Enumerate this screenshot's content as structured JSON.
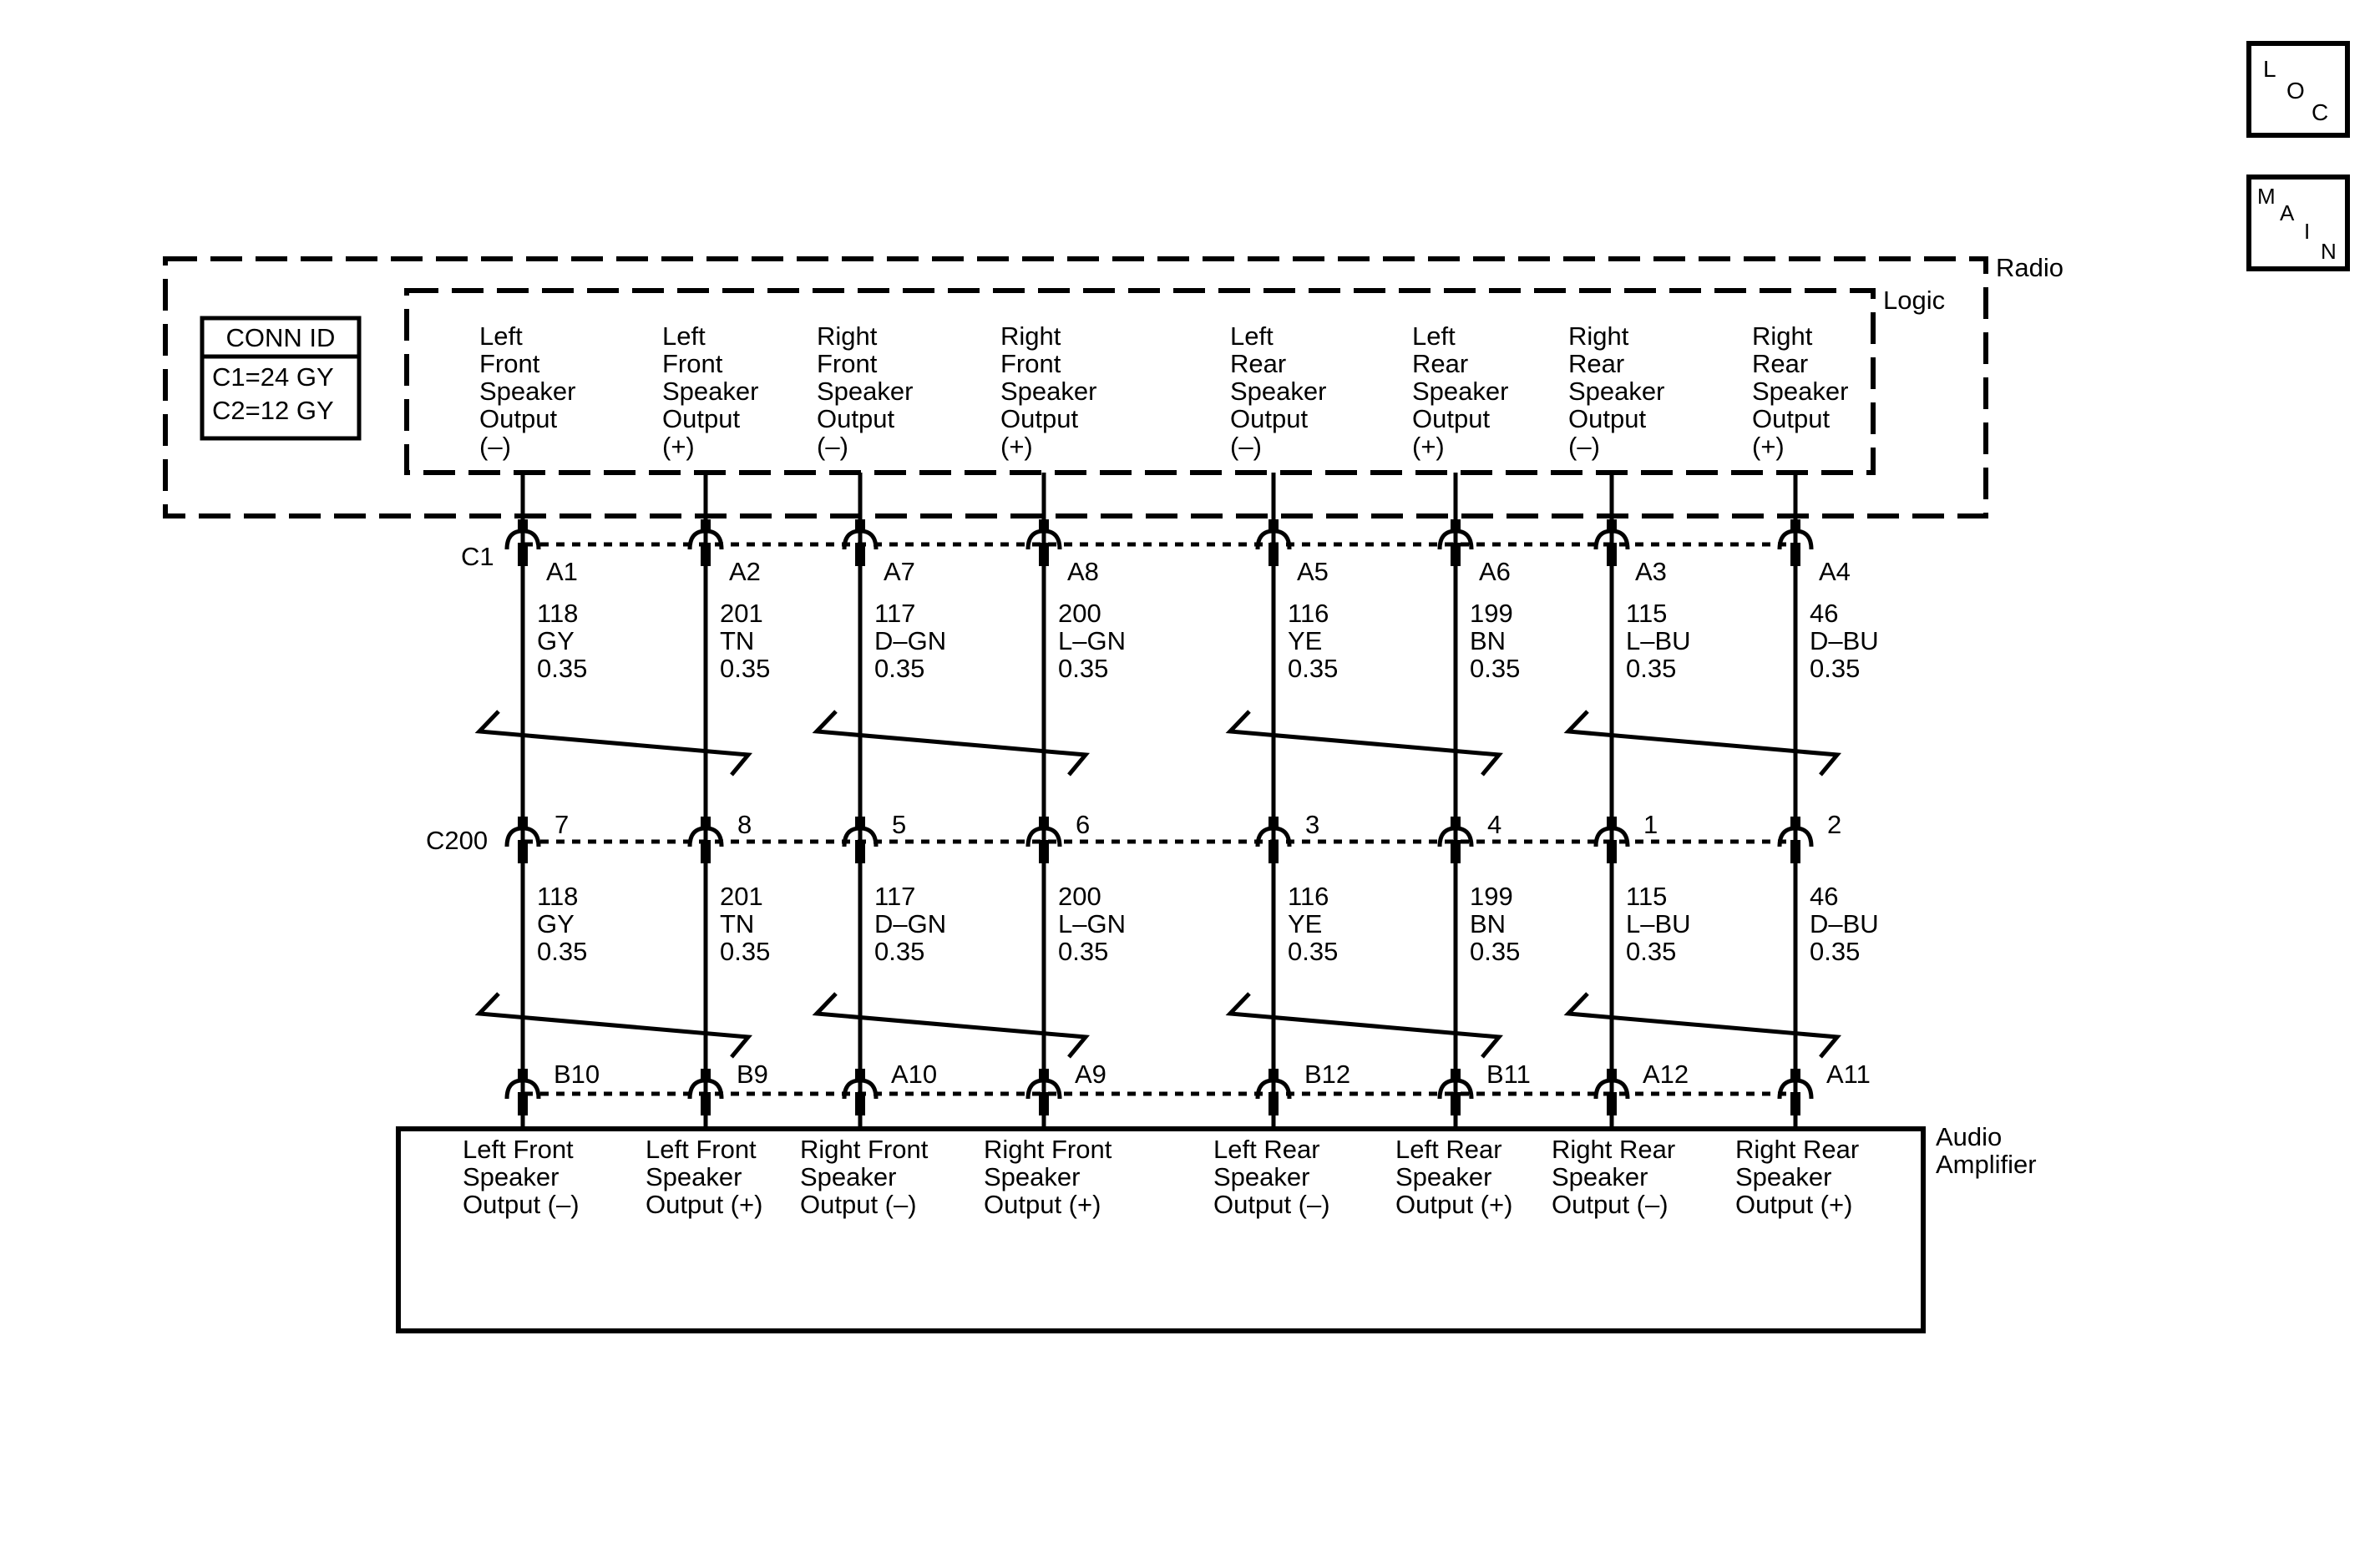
{
  "icons": {
    "loc": {
      "letters": [
        "L",
        "O",
        "C"
      ]
    },
    "main": {
      "letters": [
        "M",
        "A",
        "I",
        "N"
      ]
    }
  },
  "radio": {
    "label": "Radio",
    "logic_label": "Logic",
    "conn_id": {
      "title": "CONN ID",
      "lines": [
        "C1=24 GY",
        "C2=12 GY"
      ]
    },
    "outputs": [
      [
        "Left",
        "Front",
        "Speaker",
        "Output",
        "(–)"
      ],
      [
        "Left",
        "Front",
        "Speaker",
        "Output",
        "(+)"
      ],
      [
        "Right",
        "Front",
        "Speaker",
        "Output",
        "(–)"
      ],
      [
        "Right",
        "Front",
        "Speaker",
        "Output",
        "(+)"
      ],
      [
        "Left",
        "Rear",
        "Speaker",
        "Output",
        "(–)"
      ],
      [
        "Left",
        "Rear",
        "Speaker",
        "Output",
        "(+)"
      ],
      [
        "Right",
        "Rear",
        "Speaker",
        "Output",
        "(–)"
      ],
      [
        "Right",
        "Rear",
        "Speaker",
        "Output",
        "(+)"
      ]
    ]
  },
  "connectors": {
    "c1": {
      "name": "C1",
      "pins": [
        "A1",
        "A2",
        "A7",
        "A8",
        "A5",
        "A6",
        "A3",
        "A4"
      ]
    },
    "c200": {
      "name": "C200",
      "pins": [
        "7",
        "8",
        "5",
        "6",
        "3",
        "4",
        "1",
        "2"
      ]
    },
    "amp": {
      "pins": [
        "B10",
        "B9",
        "A10",
        "A9",
        "B12",
        "B11",
        "A12",
        "A11"
      ]
    }
  },
  "wires": [
    {
      "circuit": "118",
      "color": "GY",
      "gauge": "0.35"
    },
    {
      "circuit": "201",
      "color": "TN",
      "gauge": "0.35"
    },
    {
      "circuit": "117",
      "color": "D–GN",
      "gauge": "0.35"
    },
    {
      "circuit": "200",
      "color": "L–GN",
      "gauge": "0.35"
    },
    {
      "circuit": "116",
      "color": "YE",
      "gauge": "0.35"
    },
    {
      "circuit": "199",
      "color": "BN",
      "gauge": "0.35"
    },
    {
      "circuit": "115",
      "color": "L–BU",
      "gauge": "0.35"
    },
    {
      "circuit": "46",
      "color": "D–BU",
      "gauge": "0.35"
    }
  ],
  "amplifier": {
    "label_lines": [
      "Audio",
      "Amplifier"
    ],
    "outputs": [
      [
        "Left Front",
        "Speaker",
        "Output (–)"
      ],
      [
        "Left Front",
        "Speaker",
        "Output (+)"
      ],
      [
        "Right Front",
        "Speaker",
        "Output (–)"
      ],
      [
        "Right Front",
        "Speaker",
        "Output (+)"
      ],
      [
        "Left Rear",
        "Speaker",
        "Output (–)"
      ],
      [
        "Left Rear",
        "Speaker",
        "Output (+)"
      ],
      [
        "Right Rear",
        "Speaker",
        "Output (–)"
      ],
      [
        "Right Rear",
        "Speaker",
        "Output (+)"
      ]
    ]
  }
}
